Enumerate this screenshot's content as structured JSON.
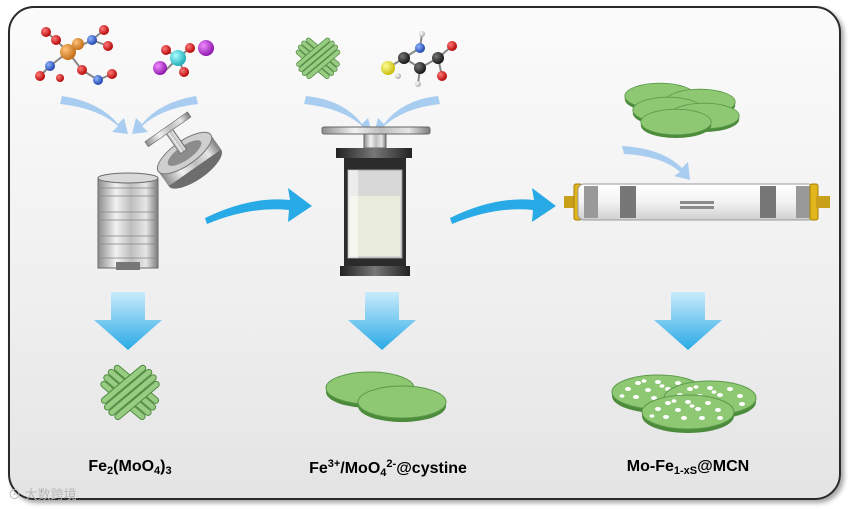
{
  "labels": {
    "product1": {
      "a": "Fe",
      "b": "2",
      "c": "(MoO",
      "d": "4",
      "e": ")",
      "f": "3"
    },
    "product2": {
      "a": "Fe",
      "b": "3+",
      "c": "/MoO",
      "d": "4",
      "e": "2-",
      "f": "@cystine"
    },
    "product3": {
      "a": "Mo-Fe",
      "b": "1-xS",
      "c": "@MCN"
    }
  },
  "watermark": "大数跨境",
  "colors": {
    "green": "#8fc87a",
    "dark_green": "#4e8a3e",
    "arrow_blue": "#2aaee8",
    "curve_blue": "#9cc6ef",
    "tube_gold": "#e0b21c"
  }
}
